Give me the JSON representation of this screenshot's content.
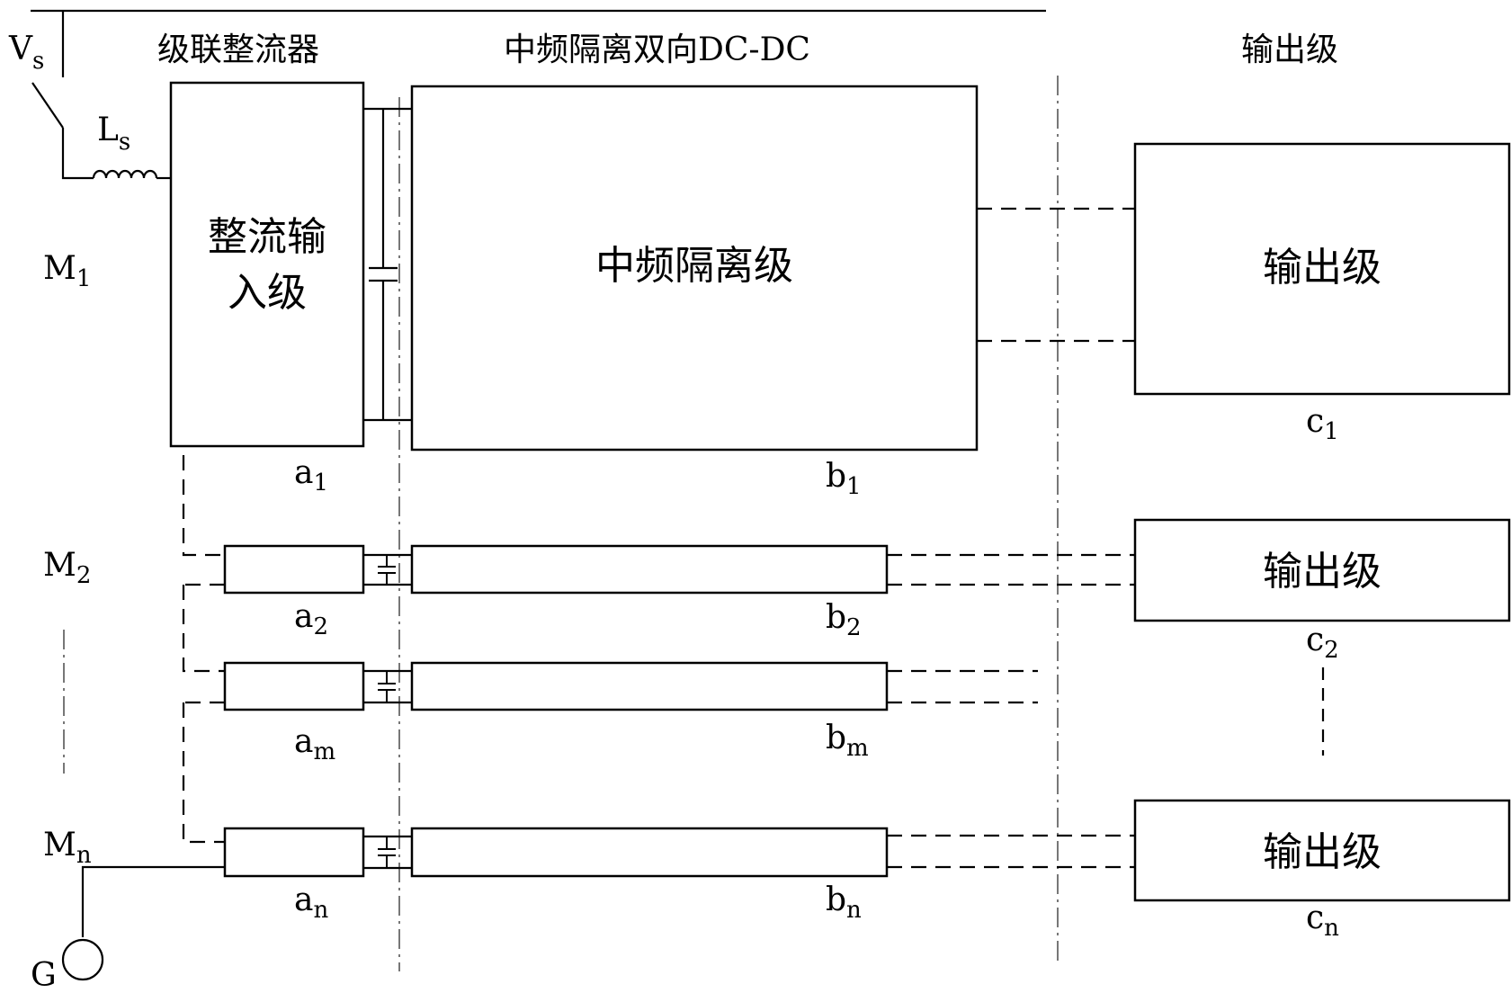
{
  "headers": {
    "rectifier": "级联整流器",
    "dcdc": "中频隔离双向DC-DC",
    "output": "输出级"
  },
  "source": {
    "v_main": "V",
    "v_sub": "s",
    "l_main": "L",
    "l_sub": "s",
    "ground": "G"
  },
  "modules": [
    {
      "m_main": "M",
      "m_sub": "1"
    },
    {
      "m_main": "M",
      "m_sub": "2"
    },
    {
      "m_main": "M",
      "m_sub": "n"
    }
  ],
  "blocks": {
    "rectifier_input": [
      "整流输",
      "入级"
    ],
    "isolation_stage": "中频隔离级",
    "output_stage": "输出级"
  },
  "labels": {
    "a": [
      {
        "main": "a",
        "sub": "1"
      },
      {
        "main": "a",
        "sub": "2"
      },
      {
        "main": "a",
        "sub": "m"
      },
      {
        "main": "a",
        "sub": "n"
      }
    ],
    "b": [
      {
        "main": "b",
        "sub": "1"
      },
      {
        "main": "b",
        "sub": "2"
      },
      {
        "main": "b",
        "sub": "m"
      },
      {
        "main": "b",
        "sub": "n"
      }
    ],
    "c": [
      {
        "main": "c",
        "sub": "1"
      },
      {
        "main": "c",
        "sub": "2"
      },
      {
        "main": "c",
        "sub": "n"
      }
    ]
  }
}
